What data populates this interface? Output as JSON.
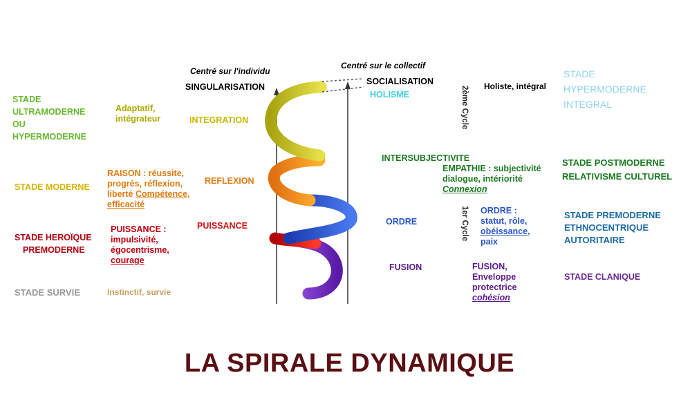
{
  "header": {
    "individu": "Centré sur l'individu",
    "singularisation": "SINGULARISATION",
    "collectif": "Centré sur le collectif",
    "socialisation": "SOCIALISATION",
    "holisme": "HOLISME"
  },
  "cycles": {
    "second": "2ème Cycle",
    "first": "1er Cycle"
  },
  "left_stages": {
    "ultra": [
      "STADE",
      "ULTRAMODERNE",
      "OU",
      "HYPERMODERNE"
    ],
    "moderne": "STADE MODERNE",
    "heroique": [
      "STADE HEROÏQUE",
      "PREMODERNE"
    ],
    "survie": "STADE SURVIE"
  },
  "left_desc": {
    "adaptatif": [
      "Adaptatif,",
      "intégrateur"
    ],
    "raison": [
      "RAISON : réussite,",
      "progrès, réflexion,",
      "liberté ",
      "Compétence,",
      "efficacité"
    ],
    "puissance": [
      "PUISSANCE :",
      "impulsivité,",
      "égocentrisme,",
      "courage"
    ],
    "instinctif": "Instinctif, survie"
  },
  "spiral_labels": {
    "integration": "INTEGRATION",
    "reflexion": "REFLEXION",
    "puissance": "PUISSANCE",
    "intersubjectivite": "INTERSUBJECTIVITE",
    "ordre": "ORDRE",
    "fusion": "FUSION"
  },
  "right_desc": {
    "holiste": "Holiste, intégral",
    "empathie": [
      "EMPATHIE : subjectivité",
      "dialogue, intériorité",
      "Connexion"
    ],
    "ordre": [
      "ORDRE :",
      "statut, rôle,",
      "obéissance,",
      "paix"
    ],
    "fusion": [
      "FUSION,",
      "Enveloppe",
      "protectrice",
      "cohésion"
    ]
  },
  "right_stages": {
    "hyper": [
      "STADE",
      "HYPERMODERNE",
      "INTEGRAL"
    ],
    "postmoderne": [
      "STADE POSTMODERNE",
      "RELATIVISME CULTUREL"
    ],
    "premoderne": [
      "STADE PREMODERNE",
      "ETHNOCENTRIQUE",
      "AUTORITAIRE"
    ],
    "clanique": "STADE CLANIQUE"
  },
  "title": "LA SPIRALE DYNAMIQUE",
  "colors": {
    "beige": "#e8d8b0",
    "purple": "#7b2fc9",
    "red": "#d41010",
    "blue": "#2a55d8",
    "orange": "#f08a10",
    "green": "#1a8a20",
    "yellow": "#c9c514",
    "turquoise": "#40d0e0",
    "title": "#5a0f12"
  }
}
